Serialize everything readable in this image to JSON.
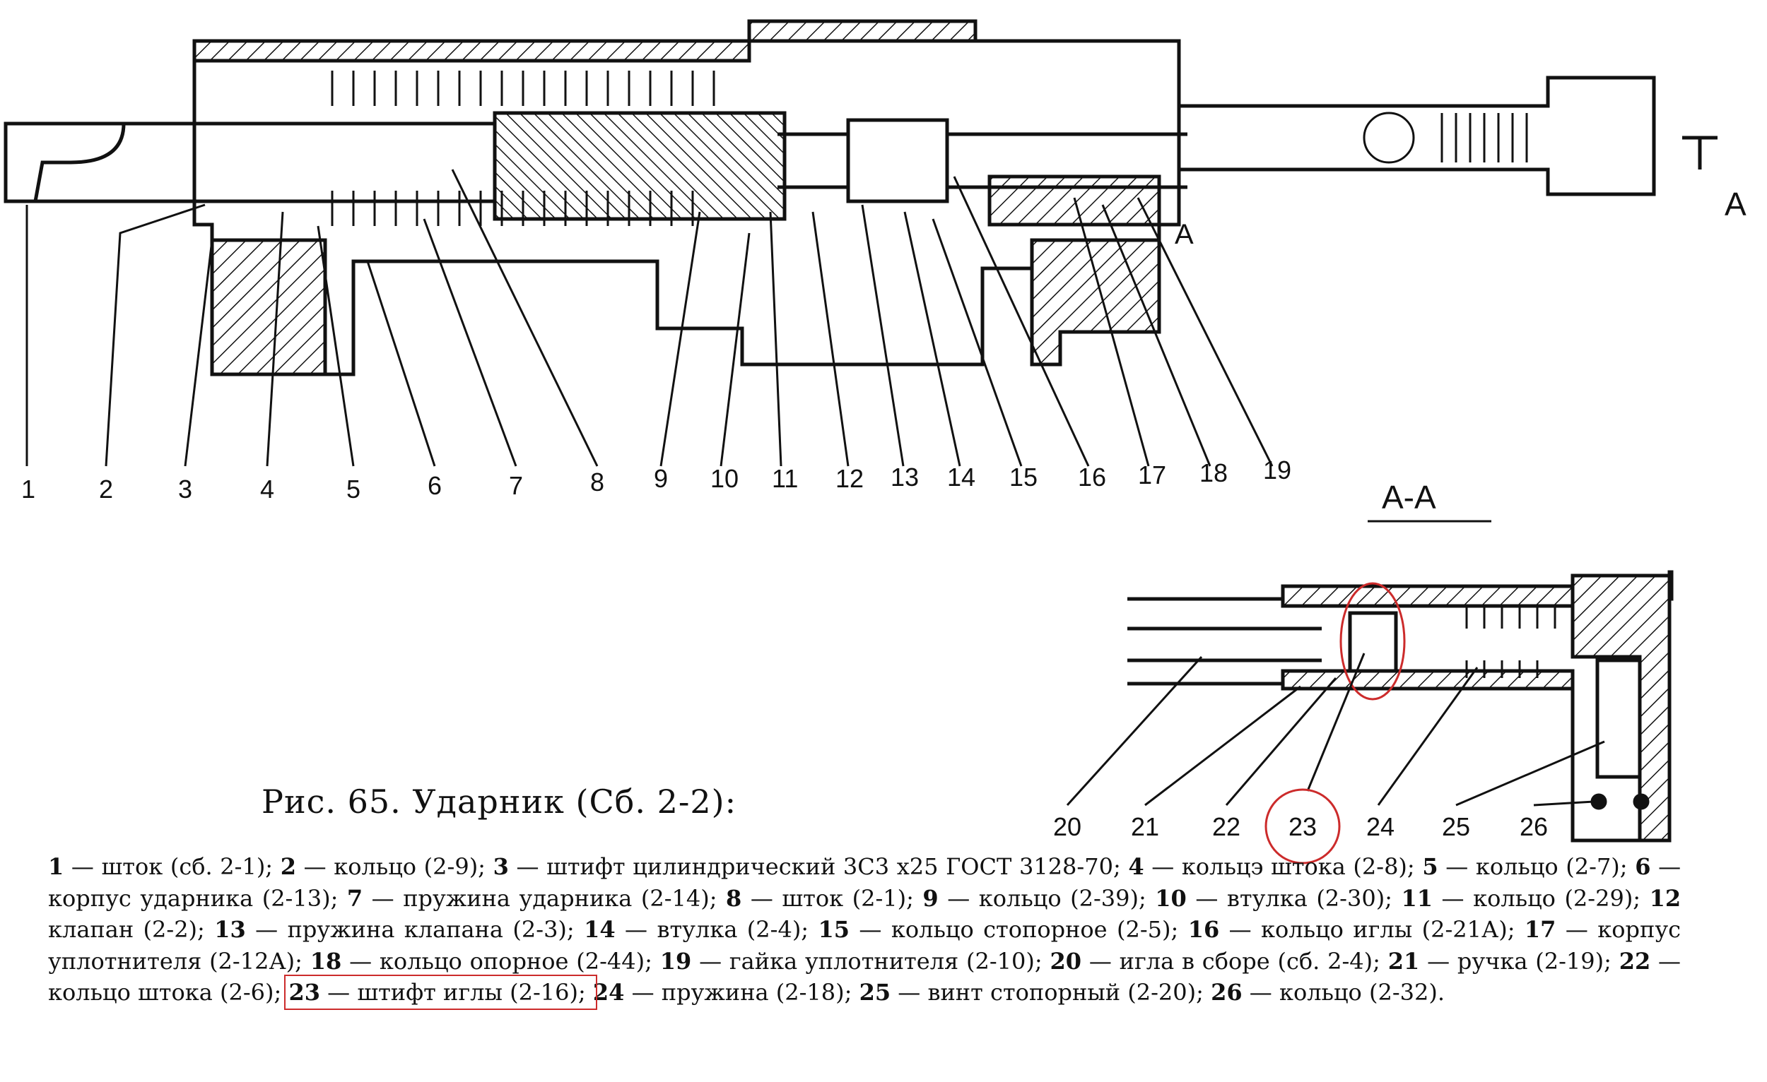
{
  "figure": {
    "caption": "Рис. 65. Ударник (Сб. 2-2):",
    "section_label_main": "A",
    "section_label_small": "A",
    "section_title": "A-A",
    "callouts_main": [
      "1",
      "2",
      "3",
      "4",
      "5",
      "6",
      "7",
      "8",
      "9",
      "10",
      "11",
      "12",
      "13",
      "14",
      "15",
      "16",
      "17",
      "18",
      "19"
    ],
    "callouts_section": [
      "20",
      "21",
      "22",
      "23",
      "24",
      "25",
      "26"
    ],
    "highlight_color": "#cc2b2b",
    "highlighted_callout": "23"
  },
  "legend": [
    {
      "num": "1",
      "sep": " — ",
      "name": "шток",
      "code": " (сб. 2-1); "
    },
    {
      "num": "2",
      "sep": " — ",
      "name": "кольцо",
      "code": " (2-9); "
    },
    {
      "num": "3",
      "sep": " — ",
      "name": "штифт цилиндрический 3С3 х25 ГОСТ 3128-70;",
      "code": " "
    },
    {
      "num": "4",
      "sep": " — ",
      "name": "кольцэ штока",
      "code": " (2-8); "
    },
    {
      "num": "5",
      "sep": " — ",
      "name": "кольцо",
      "code": " (2-7); "
    },
    {
      "num": "6",
      "sep": " — ",
      "name": "корпус ударника",
      "code": " (2-13); "
    },
    {
      "num": "7",
      "sep": " — ",
      "name": "пружина ударника",
      "code": " (2-14); "
    },
    {
      "num": "8",
      "sep": " — ",
      "name": "шток",
      "code": " (2-1); "
    },
    {
      "num": "9",
      "sep": " — ",
      "name": "кольцо",
      "code": " (2-39); "
    },
    {
      "num": "10",
      "sep": " — ",
      "name": "втулка",
      "code": " (2-30); "
    },
    {
      "num": "11",
      "sep": " — ",
      "name": "кольцо",
      "code": " (2-29); "
    },
    {
      "num": "12",
      "sep": " ",
      "name": "клапан",
      "code": " (2-2); "
    },
    {
      "num": "13",
      "sep": " — ",
      "name": "пружина клапана",
      "code": " (2-3); "
    },
    {
      "num": "14",
      "sep": " — ",
      "name": "втулка",
      "code": " (2-4); "
    },
    {
      "num": "15",
      "sep": " — ",
      "name": "кольцо стопорное",
      "code": " (2-5); "
    },
    {
      "num": "16",
      "sep": " — ",
      "name": "кольцо иглы",
      "code": " (2-21А); "
    },
    {
      "num": "17",
      "sep": " — ",
      "name": "корпус уплотнителя",
      "code": " (2-12А); "
    },
    {
      "num": "18",
      "sep": " — ",
      "name": "кольцо опорное",
      "code": " (2-44); "
    },
    {
      "num": "19",
      "sep": " — ",
      "name": "гайка уплотнителя",
      "code": " (2-10); "
    },
    {
      "num": "20",
      "sep": " — ",
      "name": "игла в сборе",
      "code": " (сб. 2-4); "
    },
    {
      "num": "21",
      "sep": " — ",
      "name": "ручка",
      "code": " (2-19); "
    },
    {
      "num": "22",
      "sep": " — ",
      "name": "кольцо штока",
      "code": " (2-6); "
    },
    {
      "num": "23",
      "sep": " — ",
      "name": "штифт иглы",
      "code": " (2-16); "
    },
    {
      "num": "24",
      "sep": " — ",
      "name": "пружина",
      "code": " (2-18); "
    },
    {
      "num": "25",
      "sep": " — ",
      "name": "винт стопорный",
      "code": " (2-20); "
    },
    {
      "num": "26",
      "sep": " — ",
      "name": "кольцо",
      "code": " (2-32)."
    }
  ]
}
